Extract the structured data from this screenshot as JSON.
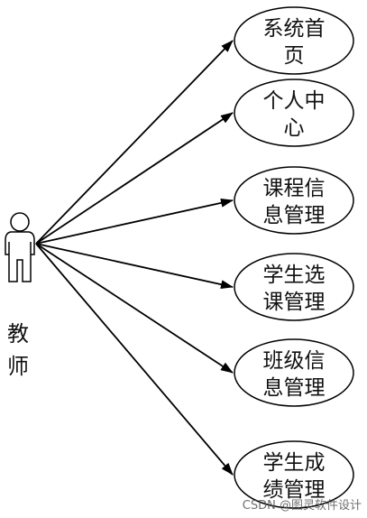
{
  "actor": {
    "name": "教师",
    "chars": [
      "教",
      "师"
    ]
  },
  "use_cases": [
    {
      "id": "home",
      "lines": [
        "系统首",
        "页"
      ]
    },
    {
      "id": "personal-center",
      "lines": [
        "个人中",
        "心"
      ]
    },
    {
      "id": "course-info",
      "lines": [
        "课程信",
        "息管理"
      ]
    },
    {
      "id": "course-select",
      "lines": [
        "学生选",
        "课管理"
      ]
    },
    {
      "id": "class-info",
      "lines": [
        "班级信",
        "息管理"
      ]
    },
    {
      "id": "grade-mgmt",
      "lines": [
        "学生成",
        "绩管理"
      ]
    }
  ],
  "watermark": "CSDN @图灵软件设计",
  "colors": {
    "line": "#000000",
    "ellipse_fill": "#ffffff",
    "text": "#111111"
  }
}
